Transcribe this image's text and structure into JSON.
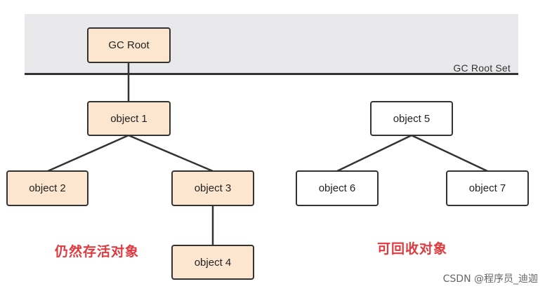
{
  "root_set": {
    "label": "GC Root Set"
  },
  "nodes": {
    "gc_root": "GC Root",
    "object1": "object 1",
    "object2": "object 2",
    "object3": "object 3",
    "object4": "object 4",
    "object5": "object 5",
    "object6": "object 6",
    "object7": "object 7"
  },
  "captions": {
    "reachable": "仍然存活对象",
    "collectable": "可回收对象"
  },
  "watermark": "CSDN @程序员_迪迦",
  "colors": {
    "reachable_fill": "#fde6cf",
    "collectable_fill": "#ffffff",
    "caption": "#e0393e",
    "band": "#e9e9ec"
  }
}
